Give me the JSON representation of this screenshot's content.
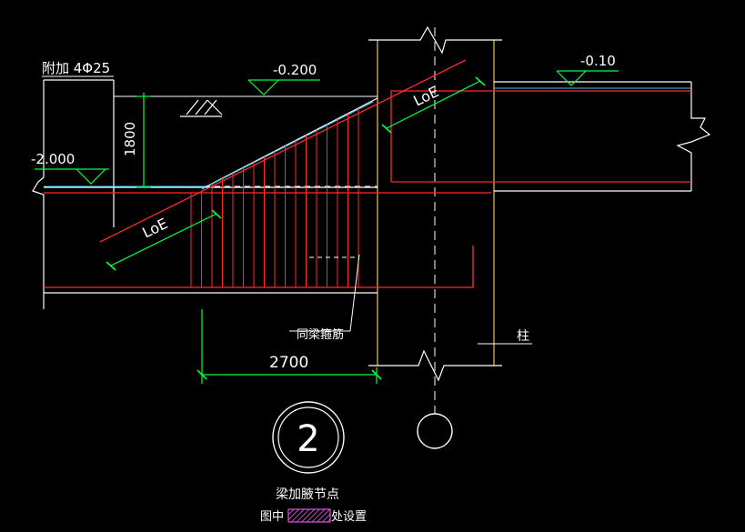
{
  "title": "",
  "labels": {
    "extra_rebar": "附加 4Φ25",
    "elev_top_left": "-0.200",
    "elev_top_right": "-0.10",
    "elev_left": "-2.000",
    "anchor_upper": "LoE",
    "anchor_lower": "LoE",
    "dim_vertical": "1800",
    "dim_horizontal": "2700",
    "stirrup_note": "同梁箍筋",
    "column_note": "柱",
    "detail_number": "2",
    "detail_title": "梁加腋节点",
    "detail_subtitle_before": "图中",
    "detail_subtitle_after": "处设置"
  },
  "colors": {
    "background": "#000000",
    "rebar": "#ff2a2a",
    "beam_outline": "#ffffff",
    "dimension": "#00ff40",
    "column_line": "#e8c060",
    "water_line": "#3ac8ff",
    "text": "#ffffff",
    "legend_hatch": "#ff66ff"
  }
}
